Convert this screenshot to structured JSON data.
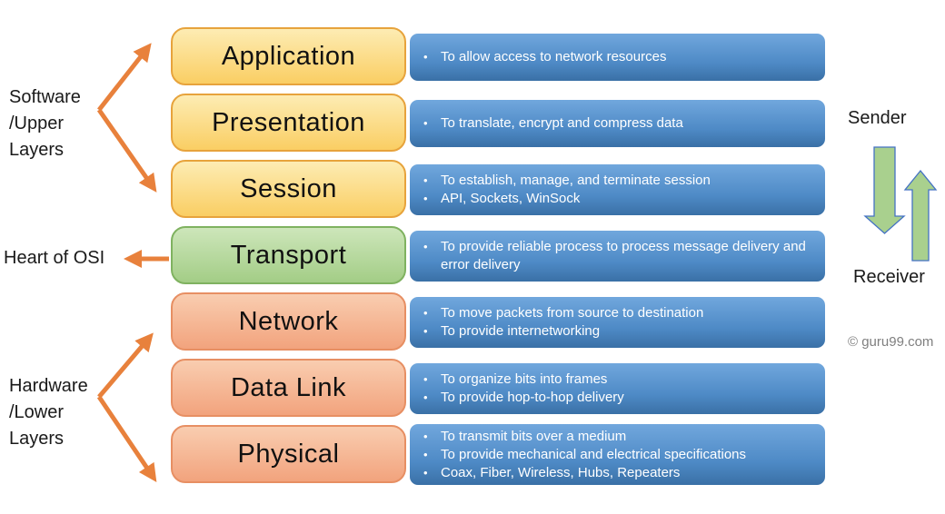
{
  "left_annotations": {
    "software_upper": "Software\n/Upper\nLayers",
    "heart_of_osi": "Heart of OSI",
    "hardware_lower": "Hardware\n/Lower\nLayers"
  },
  "layers": [
    {
      "name": "Application",
      "group": "software",
      "bullets": [
        "To allow access to network resources"
      ]
    },
    {
      "name": "Presentation",
      "group": "software",
      "bullets": [
        "To translate, encrypt and compress data"
      ]
    },
    {
      "name": "Session",
      "group": "software",
      "bullets": [
        "To establish, manage, and terminate session",
        "API, Sockets, WinSock"
      ]
    },
    {
      "name": "Transport",
      "group": "heart",
      "bullets": [
        "To provide reliable process to process message delivery and error delivery"
      ]
    },
    {
      "name": "Network",
      "group": "hardware",
      "bullets": [
        "To move packets from source to destination",
        "To provide internetworking"
      ]
    },
    {
      "name": "Data Link",
      "group": "hardware",
      "bullets": [
        "To organize bits into frames",
        "To provide hop-to-hop delivery"
      ]
    },
    {
      "name": "Physical",
      "group": "hardware",
      "bullets": [
        "To transmit bits over a medium",
        "To provide mechanical and electrical specifications",
        "Coax, Fiber, Wireless, Hubs, Repeaters"
      ]
    }
  ],
  "flow": {
    "sender_label": "Sender",
    "receiver_label": "Receiver"
  },
  "credit_text": "© guru99.com",
  "colors": {
    "yellow_top": "#FDECB3",
    "yellow_bottom": "#FACE63",
    "yellow_border": "#E7A33C",
    "green_top": "#CDE6BA",
    "green_bottom": "#A3CD86",
    "green_border": "#7FB260",
    "salmon_top": "#F9CDB0",
    "salmon_bottom": "#F2A37D",
    "salmon_border": "#E78F63",
    "blue_top": "#71A7DD",
    "blue_mid": "#4E8AC6",
    "blue_bottom": "#3A70A6",
    "arrow_orange": "#E8813C",
    "green_arrow_fill": "#A9D08E",
    "green_arrow_stroke": "#4472C4"
  }
}
